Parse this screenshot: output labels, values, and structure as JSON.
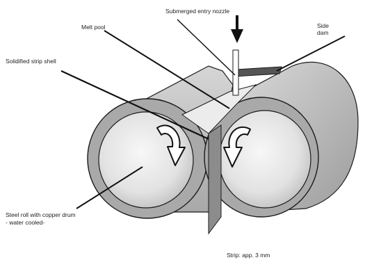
{
  "labels": {
    "submerged_entry_nozzle": "Submerged entry nozzle",
    "melt_pool": "Melt pool",
    "side_dam_line1": "Side",
    "side_dam_line2": "dam",
    "solidified_strip_shell": "Solidified strip shell",
    "steel_roll_line1": "Steel roll with copper drum",
    "steel_roll_line2": "- water cooled-",
    "strip_thickness": "Strip: app. 3 mm"
  },
  "colors": {
    "roll_body": "#c9c9c9",
    "roll_face_outer": "#a9a9a9",
    "roll_face_inner": "#e6e6e6",
    "melt_pool": "#ececec",
    "strip": "#8c8c8c",
    "side_dam": "#555555",
    "outline": "#1a1a1a"
  }
}
